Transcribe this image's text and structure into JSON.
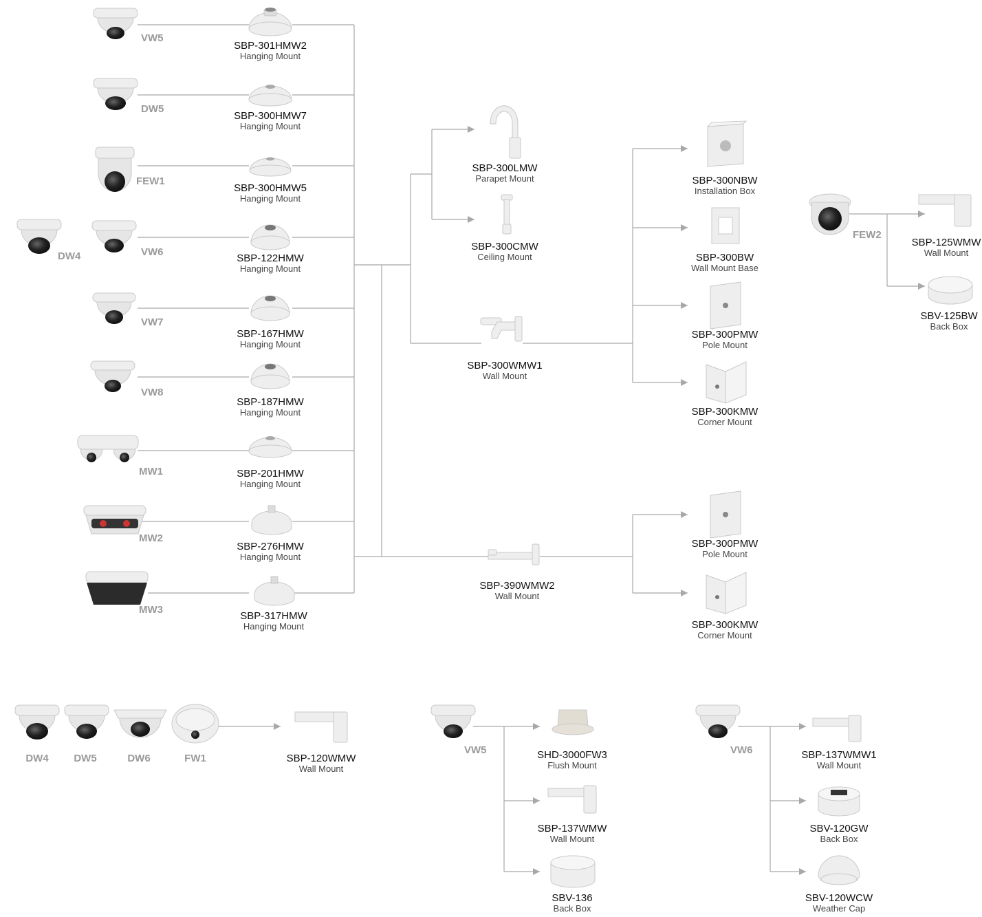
{
  "cameras": {
    "vw5_top": "VW5",
    "dw5_top": "DW5",
    "few1": "FEW1",
    "dw4_side": "DW4",
    "vw6_top": "VW6",
    "vw7": "VW7",
    "vw8": "VW8",
    "mw1": "MW1",
    "mw2": "MW2",
    "mw3": "MW3",
    "few2": "FEW2",
    "dw4_bottom": "DW4",
    "dw5_bottom": "DW5",
    "dw6_bottom": "DW6",
    "fw1_bottom": "FW1",
    "vw5_bottom": "VW5",
    "vw6_bottom": "VW6"
  },
  "mounts": {
    "sbp301hmw2": {
      "model": "SBP-301HMW2",
      "desc": "Hanging Mount"
    },
    "sbp300hmw7": {
      "model": "SBP-300HMW7",
      "desc": "Hanging Mount"
    },
    "sbp300hmw5": {
      "model": "SBP-300HMW5",
      "desc": "Hanging Mount"
    },
    "sbp122hmw": {
      "model": "SBP-122HMW",
      "desc": "Hanging Mount"
    },
    "sbp167hmw": {
      "model": "SBP-167HMW",
      "desc": "Hanging Mount"
    },
    "sbp187hmw": {
      "model": "SBP-187HMW",
      "desc": "Hanging Mount"
    },
    "sbp201hmw": {
      "model": "SBP-201HMW",
      "desc": "Hanging Mount"
    },
    "sbp276hmw": {
      "model": "SBP-276HMW",
      "desc": "Hanging Mount"
    },
    "sbp317hmw": {
      "model": "SBP-317HMW",
      "desc": "Hanging Mount"
    },
    "sbp300lmw": {
      "model": "SBP-300LMW",
      "desc": "Parapet Mount"
    },
    "sbp300cmw": {
      "model": "SBP-300CMW",
      "desc": "Ceiling Mount"
    },
    "sbp300wmw1": {
      "model": "SBP-300WMW1",
      "desc": "Wall Mount"
    },
    "sbp390wmw2": {
      "model": "SBP-390WMW2",
      "desc": "Wall Mount"
    },
    "sbp300nbw": {
      "model": "SBP-300NBW",
      "desc": "Installation Box"
    },
    "sbp300bw": {
      "model": "SBP-300BW",
      "desc": "Wall Mount Base"
    },
    "sbp300pmw_a": {
      "model": "SBP-300PMW",
      "desc": "Pole Mount"
    },
    "sbp300kmw_a": {
      "model": "SBP-300KMW",
      "desc": "Corner Mount"
    },
    "sbp300pmw_b": {
      "model": "SBP-300PMW",
      "desc": "Pole Mount"
    },
    "sbp300kmw_b": {
      "model": "SBP-300KMW",
      "desc": "Corner Mount"
    },
    "sbp125wmw": {
      "model": "SBP-125WMW",
      "desc": "Wall Mount"
    },
    "sbv125bw": {
      "model": "SBV-125BW",
      "desc": "Back Box"
    },
    "sbp120wmw": {
      "model": "SBP-120WMW",
      "desc": "Wall Mount"
    },
    "shd3000fw3": {
      "model": "SHD-3000FW3",
      "desc": "Flush Mount"
    },
    "sbp137wmw": {
      "model": "SBP-137WMW",
      "desc": "Wall Mount"
    },
    "sbv136": {
      "model": "SBV-136",
      "desc": "Back Box"
    },
    "sbp137wmw1": {
      "model": "SBP-137WMW1",
      "desc": "Wall Mount"
    },
    "sbv120gw": {
      "model": "SBV-120GW",
      "desc": "Back Box"
    },
    "sbv120wcw": {
      "model": "SBV-120WCW",
      "desc": "Weather Cap"
    }
  },
  "colors": {
    "line": "#a8a8a8",
    "device": "#eeeeee",
    "device_edge": "#c9c9c9",
    "lens": "#222222",
    "label": "#9a9a9a"
  }
}
